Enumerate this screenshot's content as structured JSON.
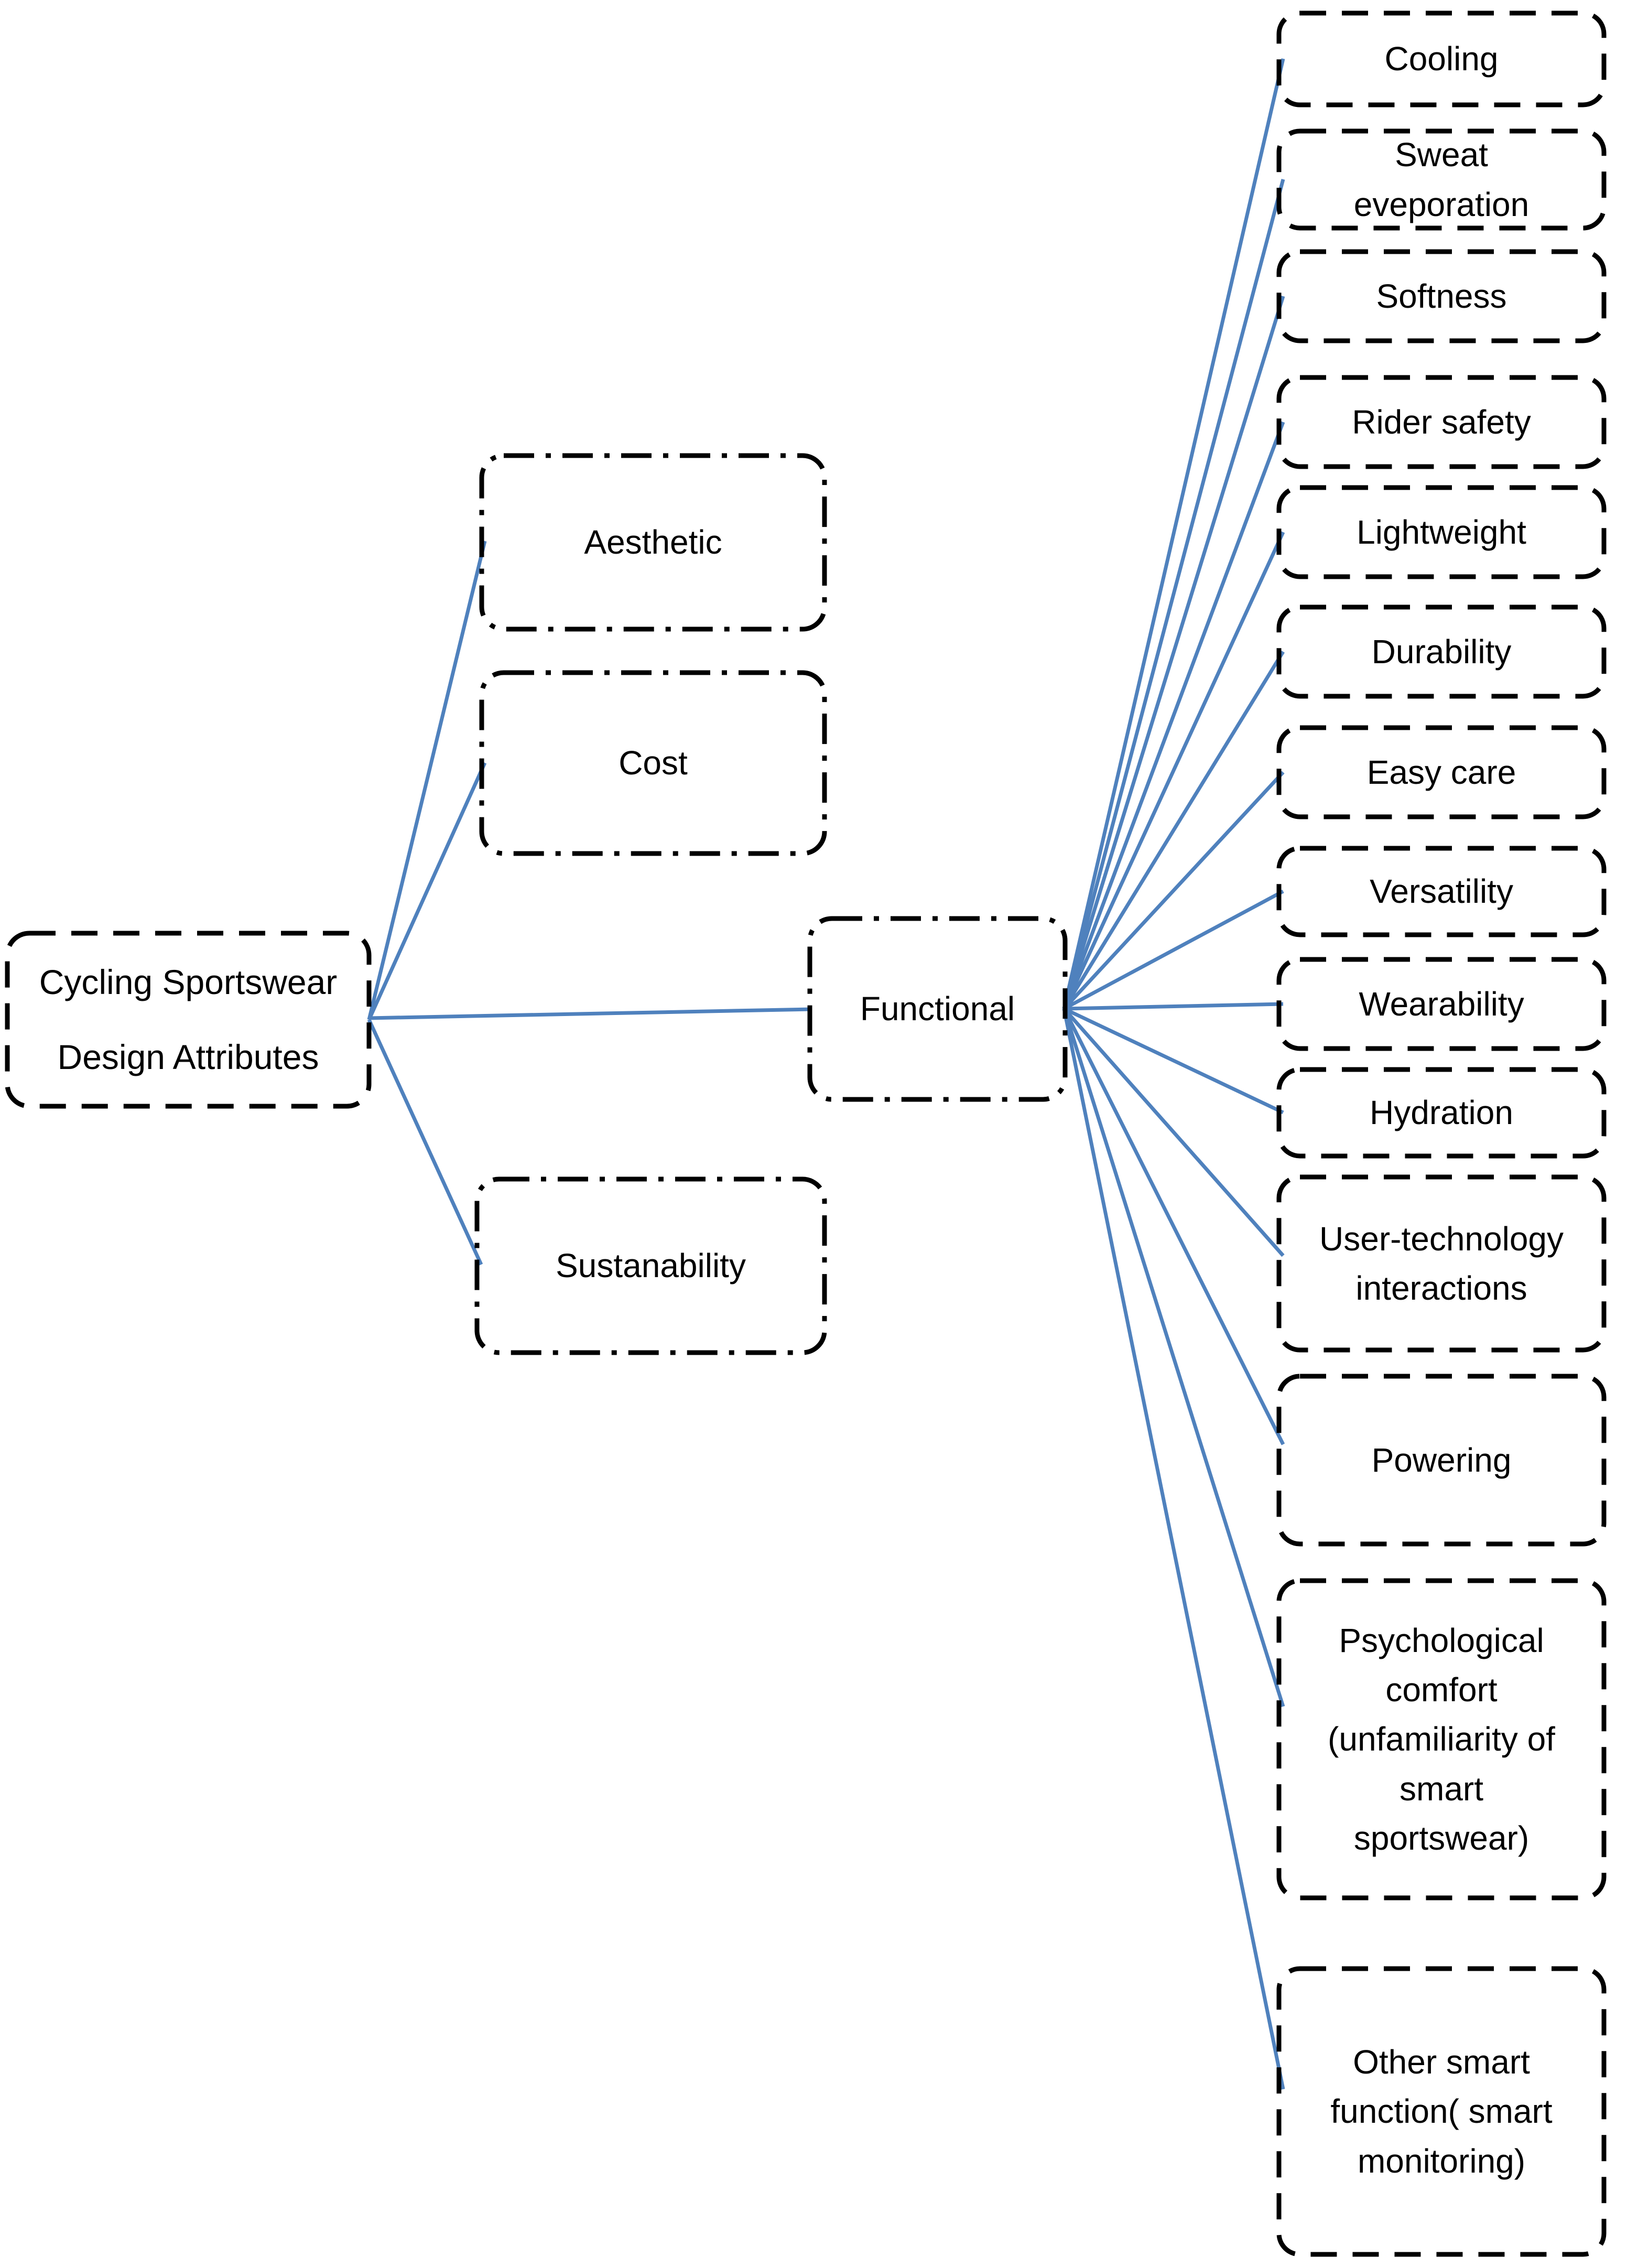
{
  "page": {
    "background": "#ffffff"
  },
  "diagram": {
    "connector_color": "#4f81bd",
    "border_color": "#000000",
    "root": {
      "label_lines": [
        "Cycling Sportswear",
        "Design Attributes"
      ]
    },
    "level2": [
      {
        "label": "Aesthetic"
      },
      {
        "label": "Cost"
      },
      {
        "label": "Functional"
      },
      {
        "label": "Sustanability"
      }
    ],
    "level3": [
      {
        "label_lines": [
          "Cooling"
        ]
      },
      {
        "label_lines": [
          "Sweat",
          "eveporation"
        ]
      },
      {
        "label_lines": [
          "Softness"
        ]
      },
      {
        "label_lines": [
          "Rider safety"
        ]
      },
      {
        "label_lines": [
          "Lightweight"
        ]
      },
      {
        "label_lines": [
          "Durability"
        ]
      },
      {
        "label_lines": [
          "Easy care"
        ]
      },
      {
        "label_lines": [
          "Versatility"
        ]
      },
      {
        "label_lines": [
          "Wearability"
        ]
      },
      {
        "label_lines": [
          "Hydration"
        ]
      },
      {
        "label_lines": [
          "User-technology",
          "interactions"
        ]
      },
      {
        "label_lines": [
          "Powering"
        ]
      },
      {
        "label_lines": [
          "Psychological",
          "comfort",
          "(unfamiliarity of",
          "smart",
          "sportswear)"
        ]
      },
      {
        "label_lines": [
          "Other smart",
          "function( smart",
          "monitoring)"
        ]
      }
    ]
  }
}
